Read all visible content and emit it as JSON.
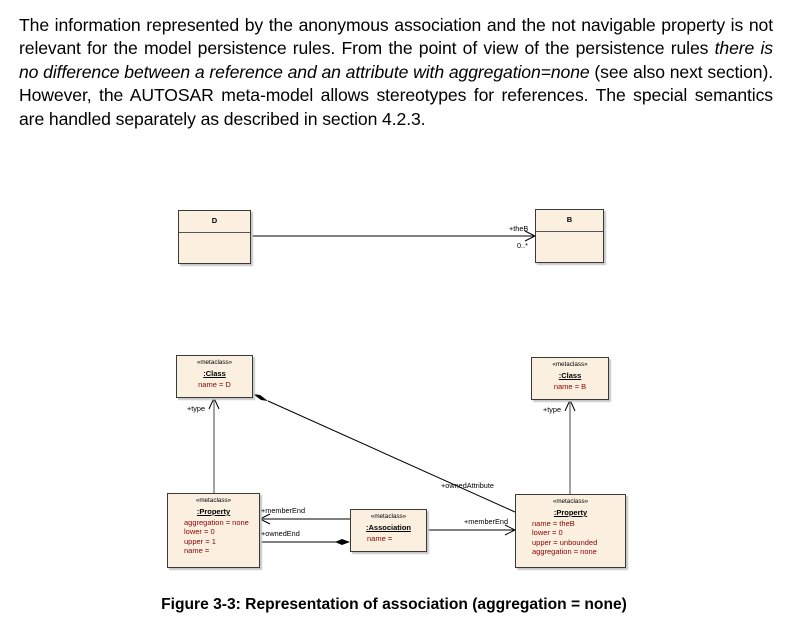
{
  "paragraph": {
    "part1": "The information represented by the anonymous association and the not navigable property is not relevant for the model persistence rules. From the point of view of the persistence rules ",
    "emphasis": "there is no difference between a reference and an attribute with aggregation=none",
    "part2": " (see also next section). However, the AUTOSAR meta-model allows stereotypes for references. The special semantics are handled separately as described in section 4.2.3."
  },
  "diagram": {
    "top": {
      "class_d": {
        "name": "D"
      },
      "class_b": {
        "name": "B"
      },
      "association": {
        "role": "+theB",
        "multiplicity": "0..*"
      }
    },
    "instances": {
      "class_d": {
        "stereotype": "«metaclass»",
        "name": ":Class",
        "attrs": [
          "name = D"
        ]
      },
      "class_b": {
        "stereotype": "«metaclass»",
        "name": ":Class",
        "attrs": [
          "name = B"
        ]
      },
      "property_left": {
        "stereotype": "«metaclass»",
        "name": ":Property",
        "attrs": [
          "aggregation = none",
          "lower = 0",
          "upper = 1",
          "name ="
        ]
      },
      "association": {
        "stereotype": "«metaclass»",
        "name": ":Association",
        "attrs": [
          "name ="
        ]
      },
      "property_right": {
        "stereotype": "«metaclass»",
        "name": ":Property",
        "attrs": [
          "name = theB",
          "lower = 0",
          "upper = unbounded",
          "aggregation = none"
        ]
      }
    },
    "labels": {
      "type_left": "+type",
      "type_right": "+type",
      "owned_attribute": "+ownedAttribute",
      "member_end_left": "+memberEnd",
      "owned_end": "+ownedEnd",
      "member_end_right": "+memberEnd"
    }
  },
  "caption": "Figure 3-3: Representation of association (aggregation = none)"
}
